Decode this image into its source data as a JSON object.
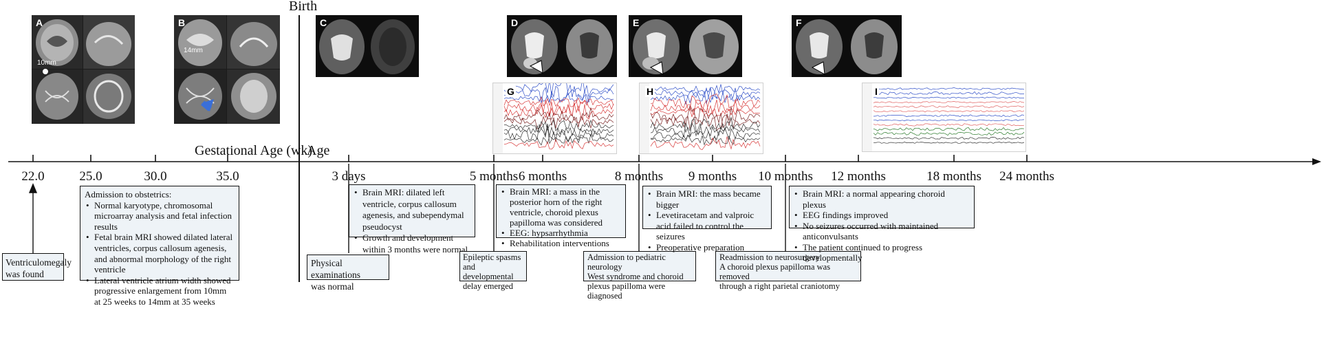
{
  "headers": {
    "birth": "Birth",
    "gestational_age": "Gestational Age (wk)",
    "age": "Age"
  },
  "panels": {
    "A": {
      "letter": "A",
      "annotation": "10mm"
    },
    "B": {
      "letter": "B",
      "annotation": "14mm"
    },
    "C": {
      "letter": "C"
    },
    "D": {
      "letter": "D"
    },
    "E": {
      "letter": "E"
    },
    "F": {
      "letter": "F"
    },
    "G": {
      "letter": "G"
    },
    "H": {
      "letter": "H"
    },
    "I": {
      "letter": "I"
    }
  },
  "ticks": {
    "t22": "22.0",
    "t25": "25.0",
    "t30": "30.0",
    "t35": "35.0",
    "d3": "3 days",
    "m5": "5 months",
    "m6": "6 months",
    "m8": "8 months",
    "m9": "9 months",
    "m10": "10 months",
    "m12": "12 months",
    "m18": "18 months",
    "m24": "24 months"
  },
  "boxes": {
    "ventriculomegaly": [
      "Ventriculomegaly",
      "was found"
    ],
    "obstetrics": {
      "title": "Admission to obstetrics:",
      "items": [
        "Normal karyotype, chromosomal microarray analysis and fetal infection results",
        "Fetal brain MRI showed dilated lateral ventricles, corpus callosum agenesis, and abnormal morphology of the right ventricle",
        "Lateral ventricle atrium width showed progressive enlargement from 10mm at 25 weeks to 14mm at 35 weeks"
      ]
    },
    "physical": [
      "Physical examinations",
      "was normal"
    ],
    "mri_3days": [
      "Brain MRI: dilated left ventricle, corpus callosum agenesis, and subependymal pseudocyst",
      "Growth and development within 3 months were normal"
    ],
    "spasms": [
      "Epileptic spasms",
      "and developmental",
      "delay emerged"
    ],
    "mri_5months": [
      "Brain MRI: a mass in the posterior horn of the right ventricle, choroid plexus papilloma was considered",
      "EEG: hypsarrhythmia",
      "Rehabilitation interventions"
    ],
    "pediatric": [
      "Admission to pediatric neurology",
      "West syndrome and choroid",
      "plexus papilloma were diagnosed"
    ],
    "mri_8months": [
      "Brain MRI: the mass became bigger",
      "Levetiracetam and valproic acid failed to control the seizures",
      "Preoperative preparation"
    ],
    "readmission": [
      "Readmission to neurosurgery",
      "A choroid plexus papilloma was removed",
      "through a right parietal craniotomy"
    ],
    "mri_10months": [
      "Brain MRI: a normal appearing choroid plexus",
      "EEG findings improved",
      "No seizures occurred with maintained anticonvulsants",
      "The patient continued to progress developmentally"
    ]
  }
}
